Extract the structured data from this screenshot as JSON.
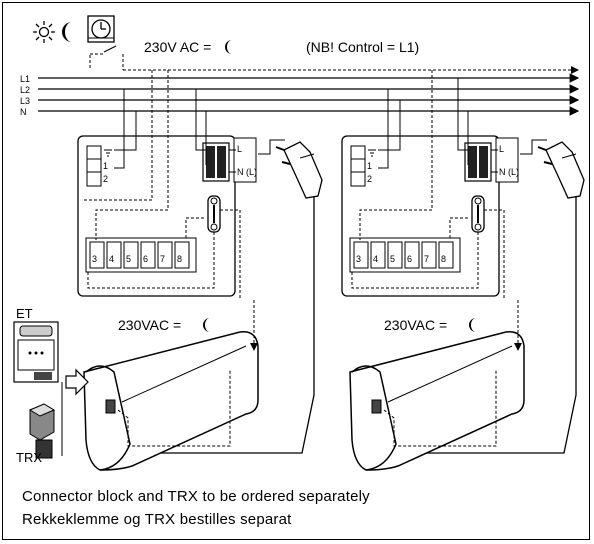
{
  "header": {
    "voltage_label": "230V AC = ",
    "control_note": "(NB! Control = L1)"
  },
  "bus": {
    "lines": [
      "L1",
      "L2",
      "L3",
      "N"
    ]
  },
  "thermostat_terminals": [
    "1",
    "2"
  ],
  "plug_terminals": {
    "line": "L",
    "neutral": "N (L)"
  },
  "connector_numbers": [
    "3",
    "4",
    "5",
    "6",
    "7",
    "8"
  ],
  "heater_voltage_label": "230VAC = ",
  "accessories": {
    "et": "ET",
    "trx": "TRX"
  },
  "captions": {
    "line1": "Connector block and TRX to be ordered separately",
    "line2": "Rekkeklemme og TRX bestilles separat"
  },
  "icons": [
    "sun-icon",
    "moon-icon",
    "clock-timer-icon",
    "plug-icon",
    "heater-icon"
  ]
}
